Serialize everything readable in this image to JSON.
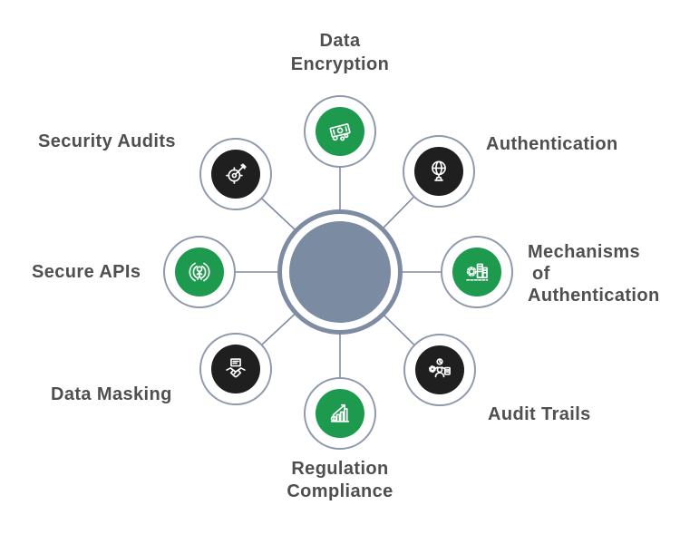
{
  "diagram": {
    "type": "radial-hub-spoke",
    "hub": {
      "name": "central-topic-circle",
      "label": ""
    },
    "nodes": [
      {
        "id": "data-encryption",
        "position": "top",
        "lines": [
          "Data",
          "Encryption"
        ],
        "icon": "money-icon",
        "badge_color": "green"
      },
      {
        "id": "authentication",
        "position": "top-right",
        "lines": [
          "Authentication"
        ],
        "icon": "globe-icon",
        "badge_color": "dark"
      },
      {
        "id": "mechanisms-of-authentication",
        "position": "right",
        "lines": [
          "Mechanisms",
          "of",
          "Authentication"
        ],
        "icon": "machinery-icon",
        "badge_color": "green"
      },
      {
        "id": "audit-trails",
        "position": "bottom-right",
        "lines": [
          "Audit Trails"
        ],
        "icon": "person-tasks-icon",
        "badge_color": "dark"
      },
      {
        "id": "regulation-compliance",
        "position": "bottom",
        "lines": [
          "Regulation",
          "Compliance"
        ],
        "icon": "growth-chart-icon",
        "badge_color": "green"
      },
      {
        "id": "data-masking",
        "position": "bottom-left",
        "lines": [
          "Data Masking"
        ],
        "icon": "handshake-icon",
        "badge_color": "dark"
      },
      {
        "id": "secure-apis",
        "position": "left",
        "lines": [
          "Secure APIs"
        ],
        "icon": "person-in-circle-icon",
        "badge_color": "green"
      },
      {
        "id": "security-audits",
        "position": "top-left",
        "lines": [
          "Security Audits"
        ],
        "icon": "target-dart-icon",
        "badge_color": "dark"
      }
    ],
    "colors": {
      "green": "#1E9A4E",
      "dark": "#1F1F1F",
      "slate": "#7D8CA3",
      "hub-fill": "#7B8BA1",
      "node-border": "#8E99AB",
      "text": "#4F4F4F",
      "background": "#FFFFFF"
    }
  }
}
